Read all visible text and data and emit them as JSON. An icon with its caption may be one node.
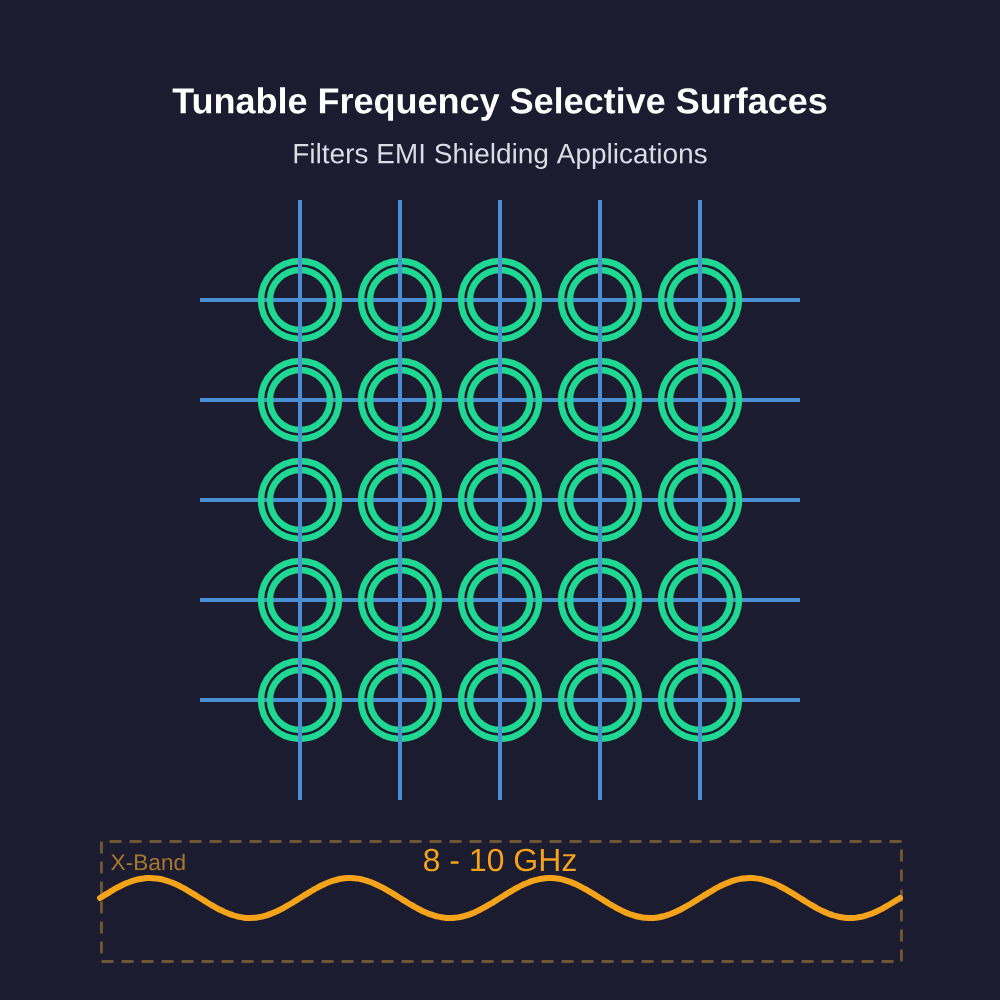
{
  "diagram": {
    "title": "Tunable Frequency Selective Surfaces",
    "nodes": [
      {
        "text": [
          "X-Band",
          "8 - 10 GHz"
        ]
      }
    ],
    "labels": [
      "Filters EMI Shielding Applications"
    ]
  }
}
